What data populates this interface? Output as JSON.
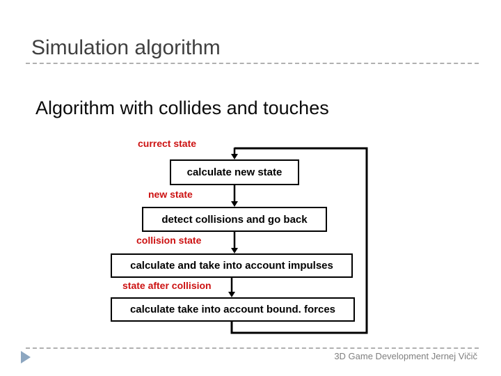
{
  "slide": {
    "title": "Simulation algorithm",
    "subtitle": "Algorithm with collides and touches",
    "footer_text": "3D Game Development Jernej Vičič"
  },
  "flowchart": {
    "state_labels": [
      "currect state",
      "new state",
      "collision state",
      "state after collision"
    ],
    "steps": [
      "calculate new state",
      "detect collisions and go back",
      "calculate and take into account impulses",
      "calculate take into account bound. forces"
    ]
  },
  "colors": {
    "state_label_red": "#cc1111",
    "box_border_black": "#000000",
    "arrow_black": "#000000",
    "title_gray": "#404040",
    "subtitle_black": "#0a0a0a",
    "footer_text_gray": "#7f7f7f",
    "footer_triangle_blue": "#8ca6c0",
    "divider_gray": "#b0b0b0",
    "background_white": "#ffffff"
  }
}
